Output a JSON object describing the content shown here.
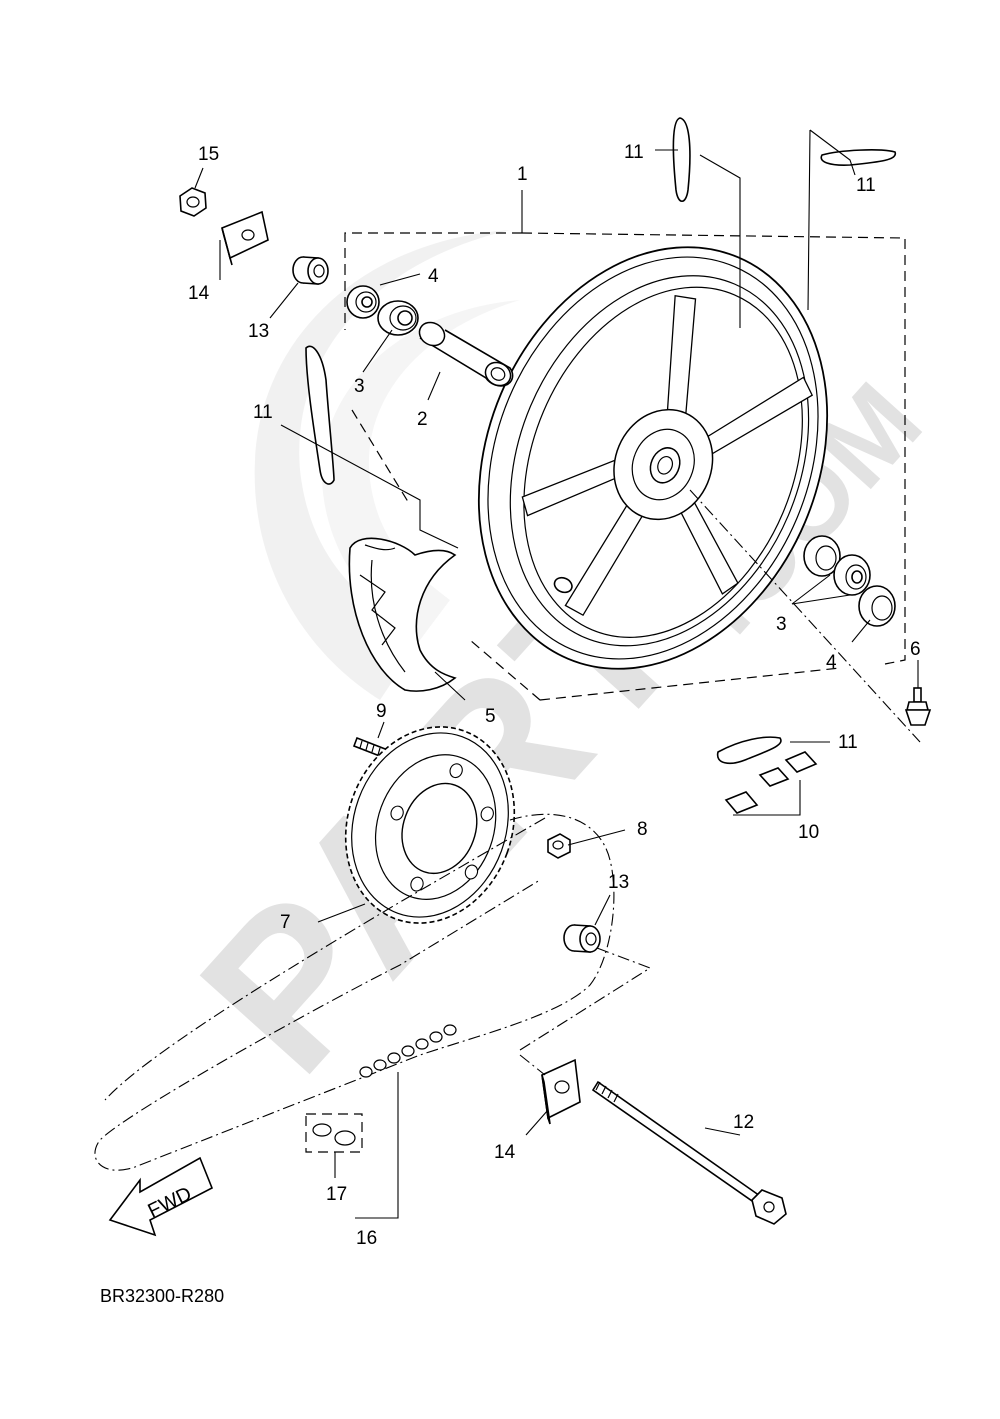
{
  "diagram": {
    "reference_code": "BR32300-R280",
    "fwd_label": "FWD",
    "watermark": {
      "brand": "PARTS",
      "suffix": ".COM"
    },
    "callouts": [
      {
        "id": "c1",
        "text": "1"
      },
      {
        "id": "c2",
        "text": "2"
      },
      {
        "id": "c3a",
        "text": "3"
      },
      {
        "id": "c3b",
        "text": "3"
      },
      {
        "id": "c4a",
        "text": "4"
      },
      {
        "id": "c4b",
        "text": "4"
      },
      {
        "id": "c5",
        "text": "5"
      },
      {
        "id": "c6",
        "text": "6"
      },
      {
        "id": "c7",
        "text": "7"
      },
      {
        "id": "c8",
        "text": "8"
      },
      {
        "id": "c9",
        "text": "9"
      },
      {
        "id": "c10",
        "text": "10"
      },
      {
        "id": "c11a",
        "text": "11"
      },
      {
        "id": "c11b",
        "text": "11"
      },
      {
        "id": "c11c",
        "text": "11"
      },
      {
        "id": "c11d",
        "text": "11"
      },
      {
        "id": "c12",
        "text": "12"
      },
      {
        "id": "c13a",
        "text": "13"
      },
      {
        "id": "c13b",
        "text": "13"
      },
      {
        "id": "c14a",
        "text": "14"
      },
      {
        "id": "c14b",
        "text": "14"
      },
      {
        "id": "c15",
        "text": "15"
      },
      {
        "id": "c16",
        "text": "16"
      },
      {
        "id": "c17",
        "text": "17"
      }
    ]
  }
}
